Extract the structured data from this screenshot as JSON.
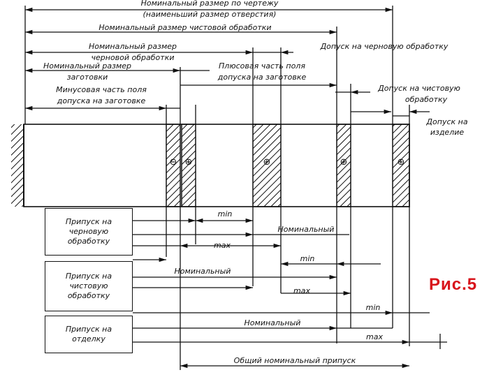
{
  "labels": {
    "nominal_drawing_1": "Номинальный размер по чертежу",
    "nominal_drawing_2": "(наименьший размер отверстия)",
    "nominal_finish": "Номинальный размер чистовой обработки",
    "nominal_rough_1": "Номинальный размер",
    "nominal_rough_2": "черновой обработки",
    "nominal_blank_1": "Номинальный размер",
    "nominal_blank_2": "заготовки",
    "plus_tol_1": "Плюсовая часть поля",
    "plus_tol_2": "допуска на заготовке",
    "minus_tol_1": "Минусовая часть поля",
    "minus_tol_2": "допуска на заготовке",
    "rough_tol": "Допуск на черновую обработку",
    "finish_tol_1": "Допуск на чистовую",
    "finish_tol_2": "обработку",
    "product_tol_1": "Допуск на",
    "product_tol_2": "изделие",
    "min": "min",
    "max": "max",
    "nominal": "Номинальный",
    "total_allowance": "Общий номинальный припуск",
    "minus_sign": "⊖",
    "plus_sign": "⊕"
  },
  "boxes": {
    "rough": [
      "Припуск на",
      "черновую",
      "обработку"
    ],
    "finish": [
      "Припуск на",
      "чистовую",
      "обработку"
    ],
    "polish": [
      "Припуск на",
      "отделку"
    ]
  },
  "figure_label": "Рис.5"
}
